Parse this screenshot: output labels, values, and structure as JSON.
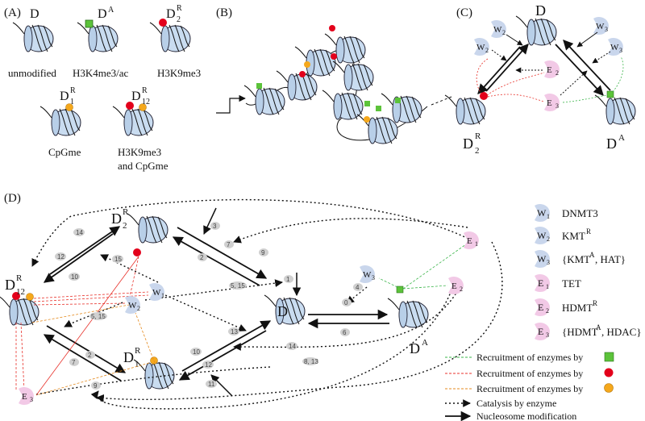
{
  "panels": {
    "A": "(A)",
    "B": "(B)",
    "C": "(C)",
    "D": "(D)"
  },
  "panelA": {
    "sym_D": "D",
    "sym_DA": "D",
    "sup_A": "A",
    "sym_D2R": "D",
    "sub_2": "2",
    "sup_R": "R",
    "sym_D1R": "D",
    "sub_1": "1",
    "sym_D12R": "D",
    "sub_12": "12",
    "cap_unmodified": "unmodified",
    "cap_h3k4": "H3K4me3/ac",
    "cap_h3k9": "H3K9me3",
    "cap_cpgme": "CpGme",
    "cap_both_1": "H3K9me3",
    "cap_both_2": "and CpGme"
  },
  "panelC": {
    "D": "D",
    "A": "A",
    "R": "R",
    "two": "2",
    "W2": "W",
    "W2s": "2",
    "W3": "W",
    "W3s": "3",
    "E2": "E",
    "E2s": "2",
    "E3": "E",
    "E3s": "3"
  },
  "panelD": {
    "D": "D",
    "A": "A",
    "R": "R",
    "s1": "1",
    "s2": "2",
    "s12": "12",
    "W": "W",
    "E": "E",
    "w1": "1",
    "w2": "2",
    "w3": "3",
    "e1": "1",
    "e2": "2",
    "e3": "3",
    "nums": [
      "0",
      "1",
      "2",
      "3",
      "4",
      "5",
      "6",
      "7",
      "8",
      "9",
      "10",
      "11",
      "12",
      "13",
      "14",
      "15"
    ],
    "n_5_15": "5, 15",
    "n_8_13": "8, 13"
  },
  "legend": {
    "w1": "1",
    "w2": "2",
    "w3": "3",
    "e1": "1",
    "e2": "2",
    "e3": "3",
    "W": "W",
    "E": "E",
    "DNMT3": "DNMT3",
    "KMT_R": "KMT",
    "KMT_R_sup": "R",
    "W3_label": "{KMT",
    "W3_sup": "A",
    "W3_rest": ", HAT}",
    "TET": "TET",
    "HDMT_R": "HDMT",
    "HDMT_R_sup": "R",
    "E3_label": "{HDMT",
    "E3_sup": "A",
    "E3_rest": ", HDAC}",
    "rec_green": "Recruitment of enzymes by",
    "rec_red": "Recruitment of enzymes by",
    "rec_orange": "Recruitment of enzymes by",
    "catalysis": "Catalysis by enzyme",
    "modification": "Nucleosome modification"
  },
  "colors": {
    "nucleosome": "#c9dcf0",
    "W_bubble": "#c9d6ec",
    "E_bubble": "#f2c9e6",
    "green": "#5cc33a",
    "red": "#e3001b",
    "orange": "#f5a81c",
    "green_line": "#3bb54a",
    "red_line": "#e8322b",
    "orange_line": "#e58a1e"
  }
}
